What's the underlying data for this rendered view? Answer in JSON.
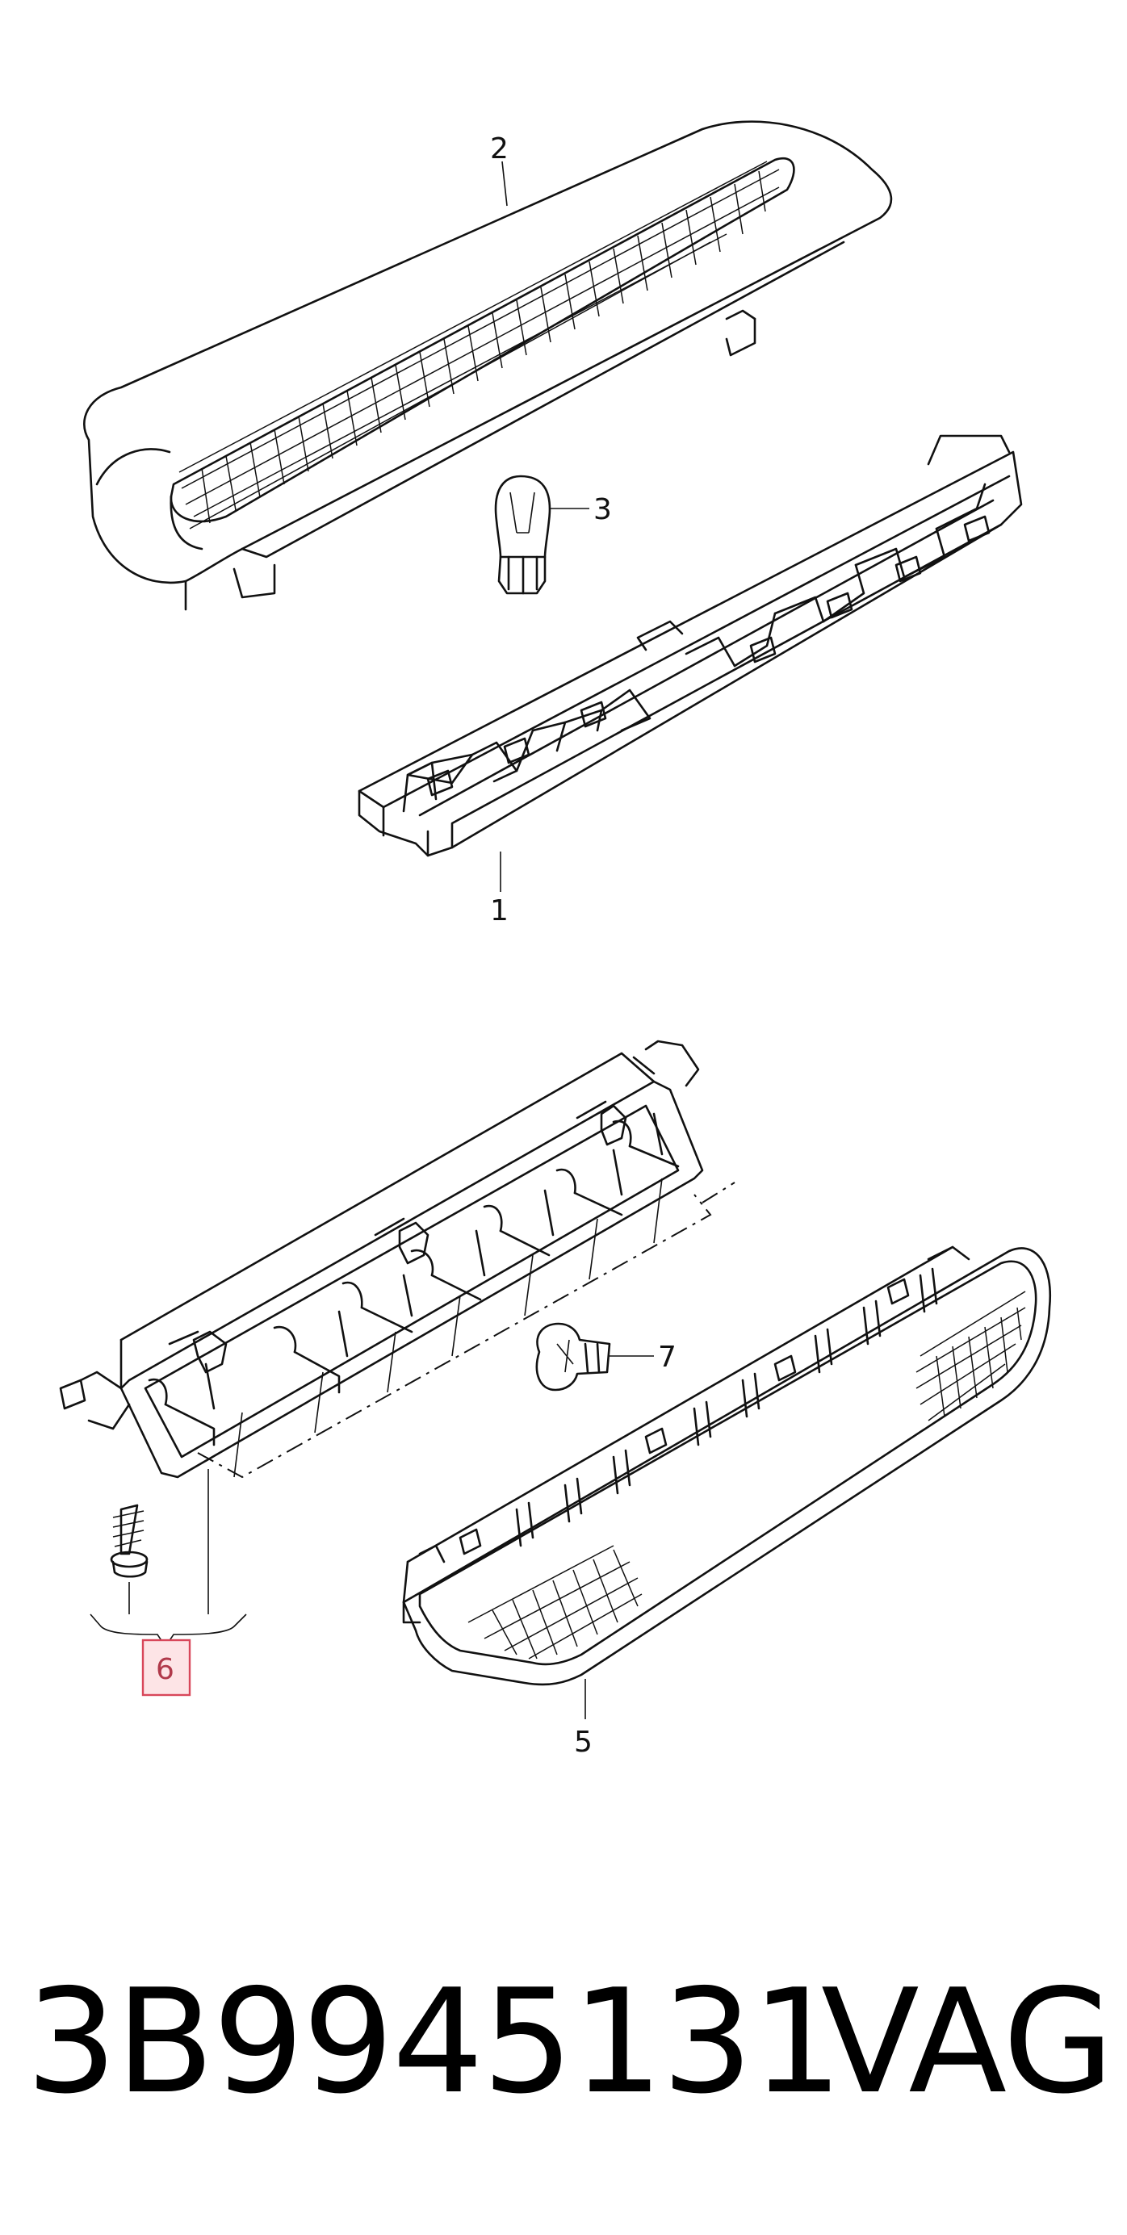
{
  "callouts": {
    "c1": "1",
    "c2": "2",
    "c3": "3",
    "c5": "5",
    "c6": "6",
    "c7": "7"
  },
  "footer": {
    "part_number": "3B9945131",
    "brand": "VAG"
  },
  "colors": {
    "highlight_fill": "#fde4e6",
    "highlight_stroke": "#d8475a",
    "line": "#111111"
  }
}
